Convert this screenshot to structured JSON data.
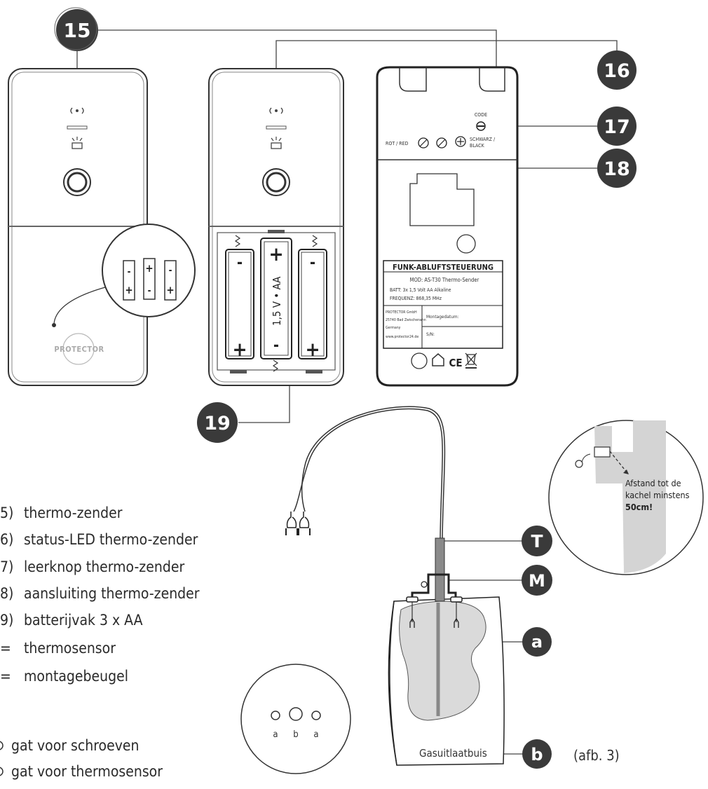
{
  "badges": {
    "b15": "15",
    "b16": "16",
    "b17": "17",
    "b18": "18",
    "b19": "19",
    "bT": "T",
    "bM": "M",
    "ba": "a",
    "bb": "b"
  },
  "device_left": {
    "brand": "PROTECTOR"
  },
  "battery": {
    "label": "1,5 V  •  AA",
    "plus": "+",
    "minus": "-"
  },
  "device_back": {
    "code": "CODE",
    "rot": "ROT / RED",
    "schwarz": "SCHWARZ /",
    "black": "BLACK",
    "label_title": "FUNK-ABLUFTSTEUERUNG",
    "label_mod": "MOD: AS-T30 Thermo-Sender",
    "label_batt": "BATT: 3x 1,5 Volt AA Alkaline",
    "label_freq": "FREQUENZ: 868,35 MHz",
    "company_1": "PROTECTOR GmbH",
    "company_2": "25740 Bad Zwischenahn",
    "company_3": "Germany",
    "company_4": "www.protector24.de",
    "mount_date": "Montagedatum:",
    "sn": "S/N:",
    "ce": "CE"
  },
  "inset": {
    "line1": "Afstand tot de",
    "line2": "kachel minstens",
    "line3": "50cm!"
  },
  "legend": [
    {
      "key": "5)",
      "text": "thermo-zender"
    },
    {
      "key": "6)",
      "text": "status-LED thermo-zender"
    },
    {
      "key": "7)",
      "text": "leerknop thermo-zender"
    },
    {
      "key": "8)",
      "text": "aansluiting thermo-zender"
    },
    {
      "key": "9)",
      "text": "batterijvak 3 x AA"
    },
    {
      "key": "=",
      "text": "thermosensor"
    },
    {
      "key": "=",
      "text": "montagebeugel"
    }
  ],
  "legend_holes": [
    {
      "text": "gat voor schroeven"
    },
    {
      "text": "gat voor thermosensor"
    }
  ],
  "holes": {
    "a1": "a",
    "b": "b",
    "a2": "a"
  },
  "pipe_label": "Gasuitlaatbuis",
  "fig_label": "(afb. 3)"
}
